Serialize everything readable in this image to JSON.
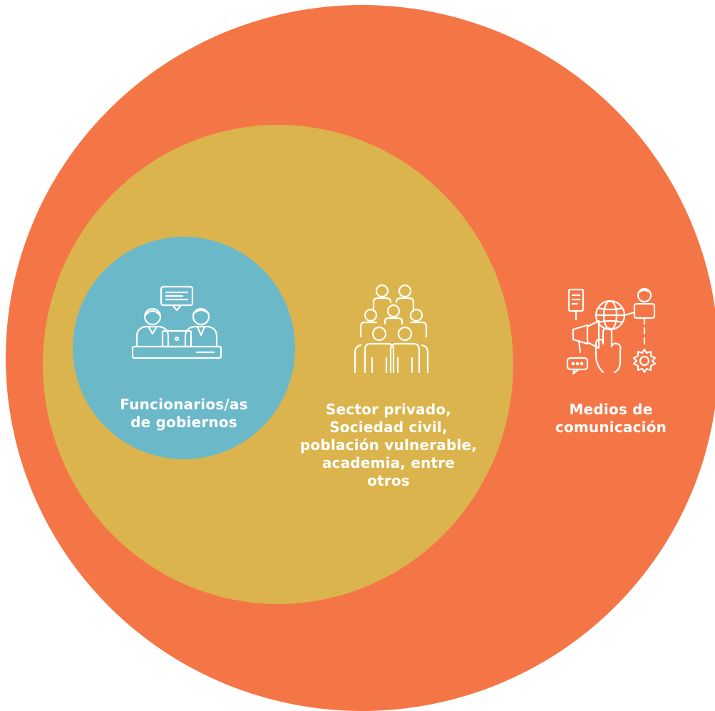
{
  "colors": {
    "outer": "#F47646",
    "middle": "#DBB44D",
    "inner": "#6BB8C9",
    "text": "#FFFFFF"
  },
  "circles": {
    "outer": {
      "lines": [
        "Medios de",
        "comunicación"
      ],
      "icon": "media-communication-icon"
    },
    "middle": {
      "lines": [
        "Sector privado,",
        "Sociedad civil,",
        "población vulnerable,",
        "academia, entre",
        "otros"
      ],
      "icon": "group-of-people-icon"
    },
    "inner": {
      "lines": [
        "Funcionarios/as",
        "de gobiernos"
      ],
      "icon": "government-officials-icon"
    }
  }
}
